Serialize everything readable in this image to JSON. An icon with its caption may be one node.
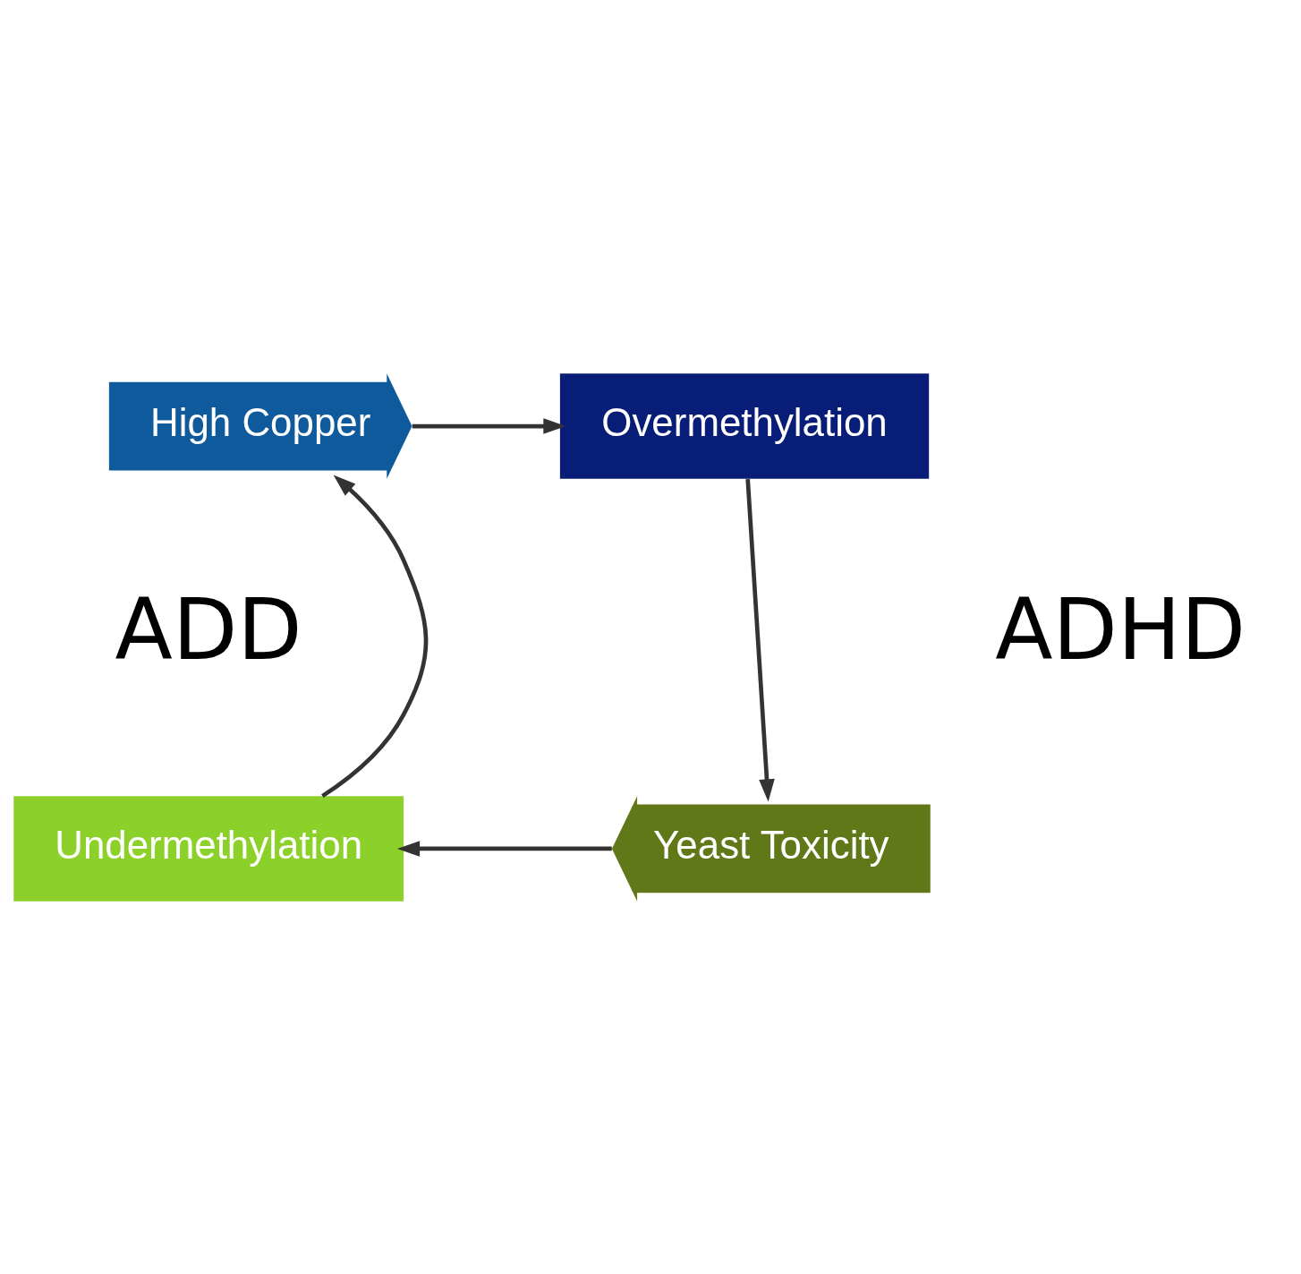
{
  "diagram": {
    "nodes": [
      {
        "text": [
          "High Copper"
        ]
      },
      {
        "text": [
          "Overmethylation"
        ]
      },
      {
        "text": [
          "Yeast Toxicity"
        ]
      },
      {
        "text": [
          "Undermethylation"
        ]
      }
    ],
    "edges": [
      {
        "from": 0,
        "to": 1,
        "arrow": "to"
      },
      {
        "from": 1,
        "to": 2,
        "arrow": "to"
      },
      {
        "from": 2,
        "to": 3,
        "arrow": "to"
      },
      {
        "from": 3,
        "to": 0,
        "arrow": "to"
      }
    ],
    "labels": [
      "ADD",
      "ADHD"
    ]
  }
}
